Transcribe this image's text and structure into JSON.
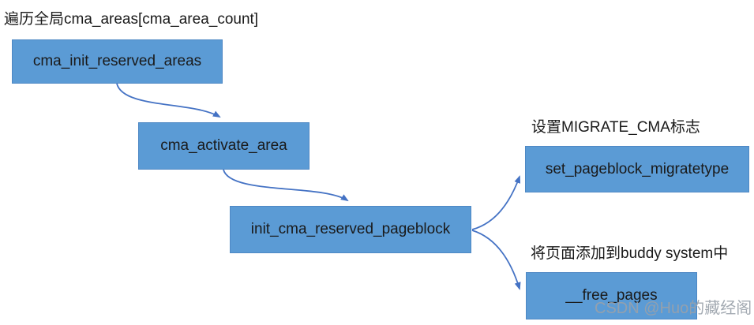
{
  "diagram": {
    "top_label": "遍历全局cma_areas[cma_area_count]",
    "nodes": [
      {
        "id": "cma_init_reserved_areas",
        "label": "cma_init_reserved_areas"
      },
      {
        "id": "cma_activate_area",
        "label": "cma_activate_area"
      },
      {
        "id": "init_cma_reserved_pageblock",
        "label": "init_cma_reserved_pageblock"
      },
      {
        "id": "set_pageblock_migratetype",
        "label": "set_pageblock_migratetype",
        "annotation": "设置MIGRATE_CMA标志"
      },
      {
        "id": "__free_pages",
        "label": "__free_pages",
        "annotation": "将页面添加到buddy system中"
      }
    ],
    "edges": [
      {
        "from": "cma_init_reserved_areas",
        "to": "cma_activate_area"
      },
      {
        "from": "cma_activate_area",
        "to": "init_cma_reserved_pageblock"
      },
      {
        "from": "init_cma_reserved_pageblock",
        "to": "set_pageblock_migratetype"
      },
      {
        "from": "init_cma_reserved_pageblock",
        "to": "__free_pages"
      }
    ],
    "watermark": "CSDN @Huo的藏经阁"
  },
  "colors": {
    "node_fill": "#5B9BD5",
    "node_border": "#4e88c4",
    "arrow": "#4472C4",
    "text": "#1a1a1a",
    "watermark": "#9aa1aa",
    "bg": "#ffffff"
  }
}
